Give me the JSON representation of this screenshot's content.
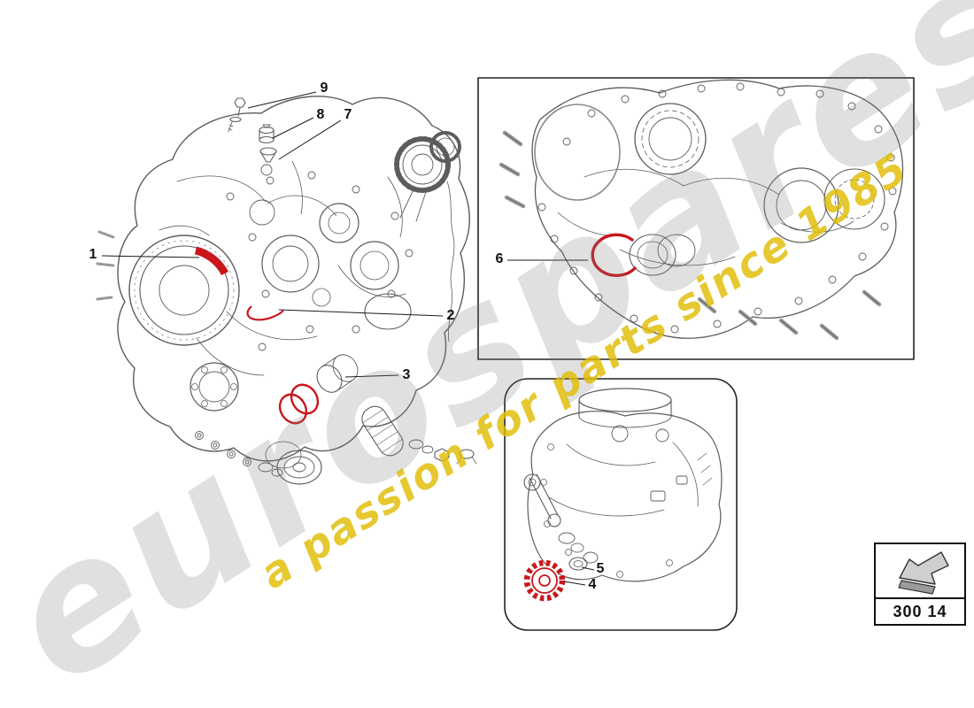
{
  "page": {
    "type": "parts-diagram",
    "background": "#ffffff"
  },
  "watermark": {
    "brand": "eurospares",
    "tagline": "a passion for parts since 1985"
  },
  "code_box": {
    "code": "300 14",
    "icon": "direction-arrow-icon"
  },
  "colors": {
    "highlight_red": "#c8171c",
    "line_gray": "#5c5c5c",
    "border_dark": "#1a1a1a",
    "watermark_gray": "#7d7d7d",
    "watermark_yellow": "#e0bc02"
  },
  "callouts": [
    {
      "label": "1"
    },
    {
      "label": "2"
    },
    {
      "label": "3"
    },
    {
      "label": "4"
    },
    {
      "label": "5"
    },
    {
      "label": "6"
    },
    {
      "label": "7"
    },
    {
      "label": "8"
    },
    {
      "label": "9"
    }
  ]
}
